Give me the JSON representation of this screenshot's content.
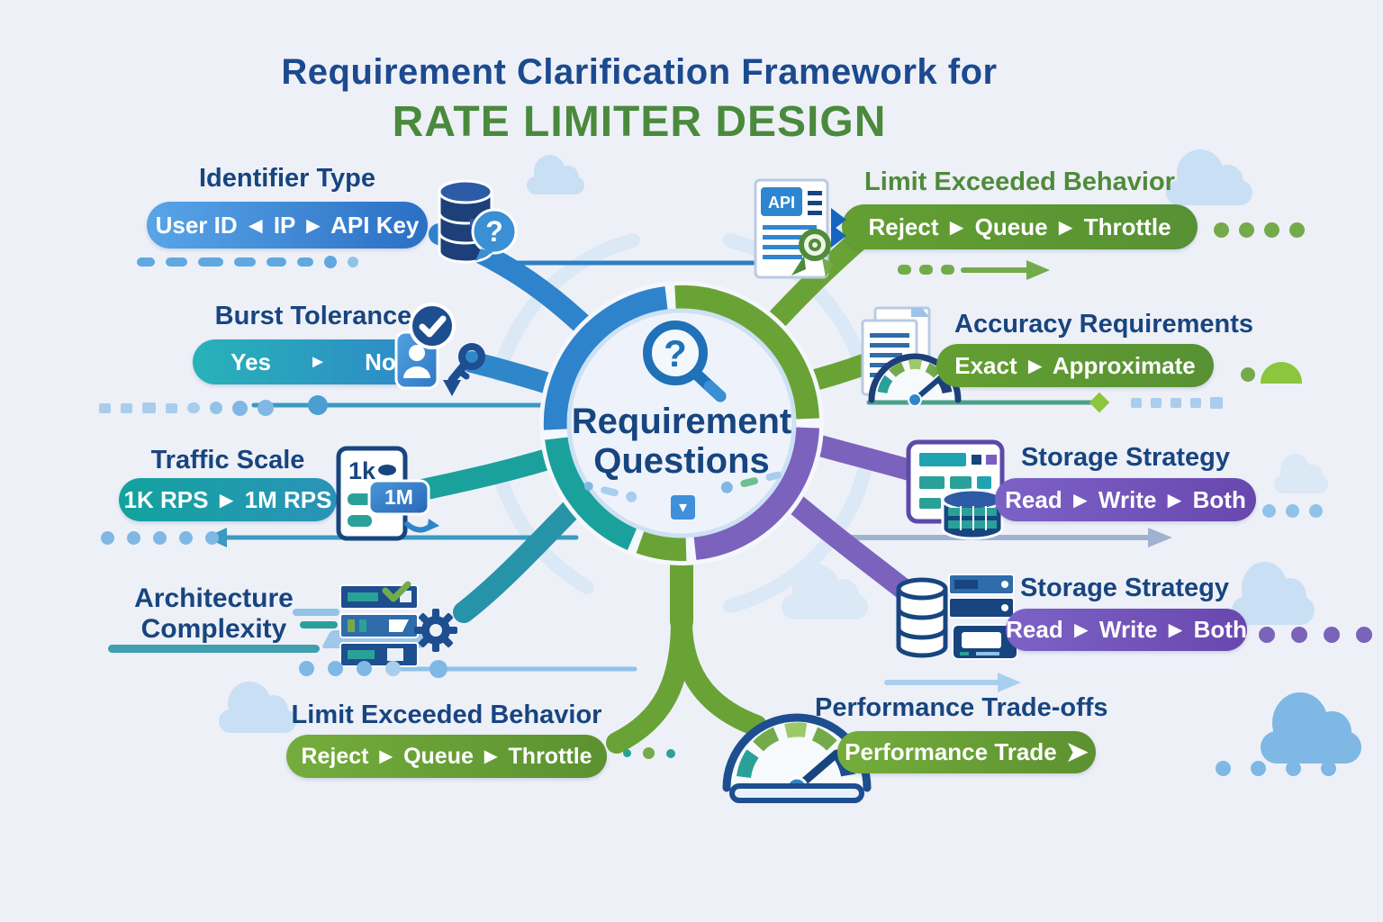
{
  "title": {
    "line1": "Requirement Clarification Framework for",
    "line2": "RATE LIMITER DESIGN"
  },
  "center": {
    "line1": "Requirement",
    "line2": "Questions"
  },
  "sections": {
    "identifier": {
      "heading": "Identifier Type",
      "pill": "User ID ◄ IP ► API Key"
    },
    "burst": {
      "heading": "Burst Tolerance",
      "pill_yes": "Yes",
      "pill_arrow": "►",
      "pill_no": "No"
    },
    "traffic": {
      "heading": "Traffic Scale",
      "pill": "1K RPS ► 1M RPS"
    },
    "architecture": {
      "heading_line1": "Architecture",
      "heading_line2": "Complexity"
    },
    "limit_left": {
      "heading": "Limit Exceeded Behavior",
      "pill": "Reject ► Queue ► Throttle"
    },
    "limit_right": {
      "heading": "Limit Exceeded Behavior",
      "pill": "Reject ► Queue ► Throttle"
    },
    "accuracy": {
      "heading": "Accuracy Requirements",
      "pill": "Exact ► Approximate"
    },
    "storage1": {
      "heading": "Storage Strategy",
      "pill": "Read ► Write ► Both"
    },
    "storage2": {
      "heading": "Storage Strategy",
      "pill": "Read ► Write ► Both"
    },
    "performance": {
      "heading": "Performance Trade-offs",
      "pill": "Performance Trade",
      "pill_arrow": "➤"
    }
  },
  "icons": {
    "question_mark": "?",
    "api_label": "API",
    "tablet_text": "1k",
    "tablet_badge": "1M",
    "dropdown": "▾"
  },
  "colors": {
    "background": "#eef0f8",
    "title_blue": "#1b4a8f",
    "title_green": "#4a8a3c",
    "heading_navy": "#17457f",
    "heading_green": "#4e8b3a",
    "spoke_blue": "#2e83cc",
    "spoke_teal": "#1ba19c",
    "spoke_green": "#69a335",
    "spoke_purple": "#7a62bd",
    "pill_blue": "#2b6fc4",
    "pill_teal": "#12a39e",
    "pill_green": "#63a033",
    "pill_purple": "#6847ae",
    "accent_light_blue": "#7fb8e4"
  }
}
